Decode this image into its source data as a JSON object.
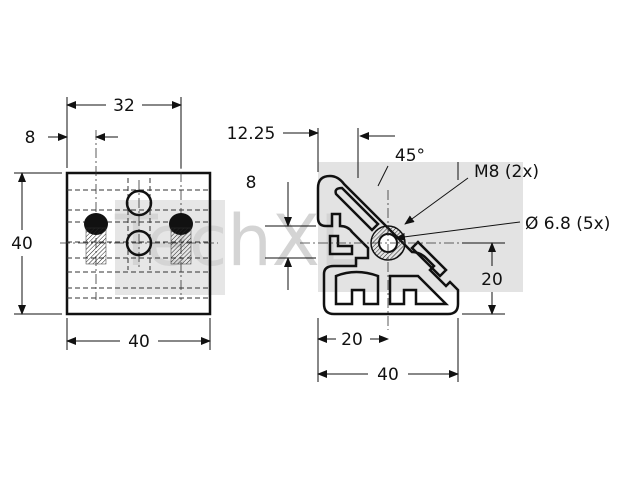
{
  "watermark": {
    "text": "TechXL",
    "color": "#d4d4d4"
  },
  "side_view": {
    "dims": {
      "top_width": "32",
      "left_offset": "8",
      "height": "40",
      "bottom_width": "40"
    }
  },
  "profile_view": {
    "dims": {
      "offset": "12.25",
      "angle": "45°",
      "thread": "M8 (2x)",
      "bore": "Ø 6.8 (5x)",
      "slot_depth": "8",
      "right_height": "20",
      "bottom_half": "20",
      "bottom_width": "40"
    }
  },
  "colors": {
    "line": "#111111",
    "background": "#ffffff"
  }
}
